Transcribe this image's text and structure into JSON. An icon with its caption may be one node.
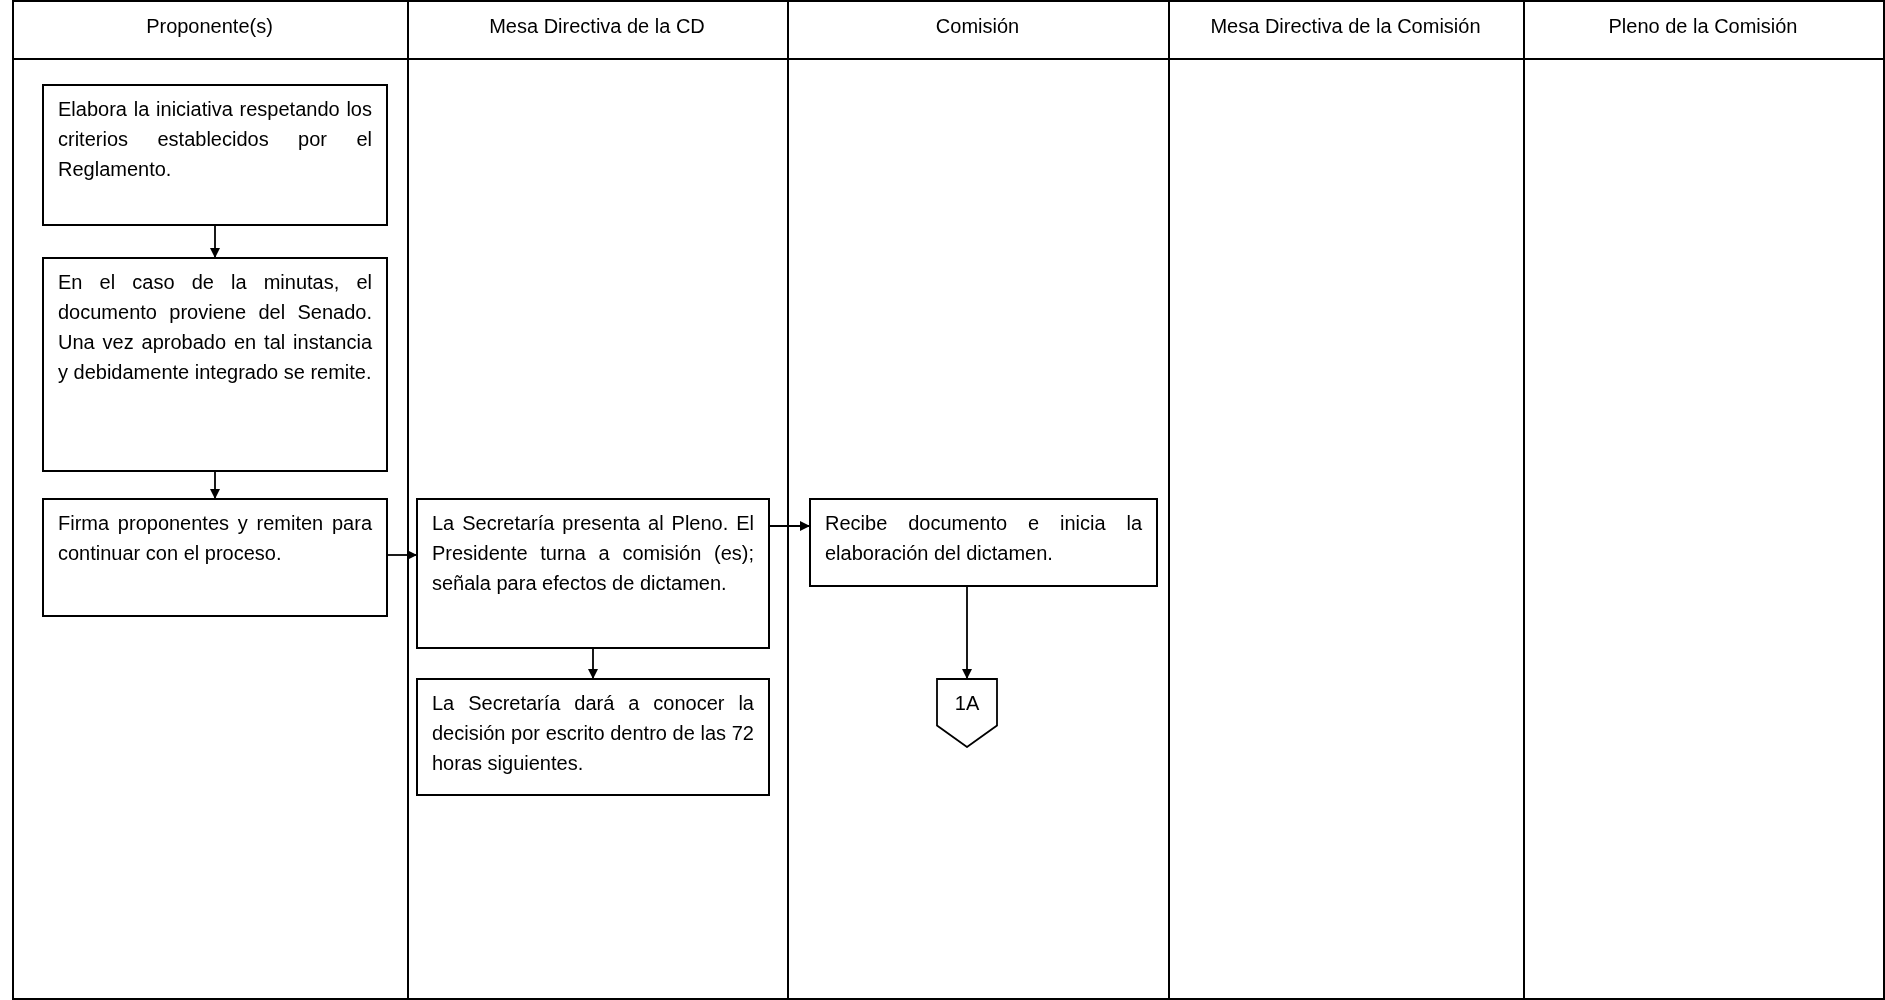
{
  "diagram": {
    "nodes": [
      {
        "text": [
          "Elabora la iniciativa respetando los criterios establecidos por el Reglamento."
        ]
      },
      {
        "text": [
          "En el caso de la minutas, el documento proviene del Senado. Una vez aprobado en tal instancia y debidamente integrado se remite."
        ]
      },
      {
        "text": [
          "Firma proponentes y remiten para continuar con el proceso."
        ]
      },
      {
        "text": [
          "La Secretaría presenta al Pleno. El Presidente turna a comisión (es); señala para efectos de dictamen."
        ]
      },
      {
        "text": [
          "La Secretaría dará a conocer la decisión por escrito dentro de las 72 horas siguientes."
        ]
      },
      {
        "text": [
          "Recibe documento e inicia la elaboración del dictamen."
        ]
      },
      {
        "text": [
          "1A"
        ]
      }
    ],
    "edges": [
      {
        "from": 0,
        "to": 1,
        "arrow": "to"
      },
      {
        "from": 1,
        "to": 2,
        "arrow": "to"
      },
      {
        "from": 2,
        "to": 3,
        "arrow": "to"
      },
      {
        "from": 3,
        "to": 5,
        "arrow": "to"
      },
      {
        "from": 3,
        "to": 4,
        "arrow": "to"
      },
      {
        "from": 5,
        "to": 6,
        "arrow": "to"
      }
    ],
    "labels": [
      "Proponente(s)",
      "Mesa Directiva de la CD",
      "Comisión",
      "Mesa Directiva de la Comisión",
      "Pleno de la Comisión"
    ]
  }
}
